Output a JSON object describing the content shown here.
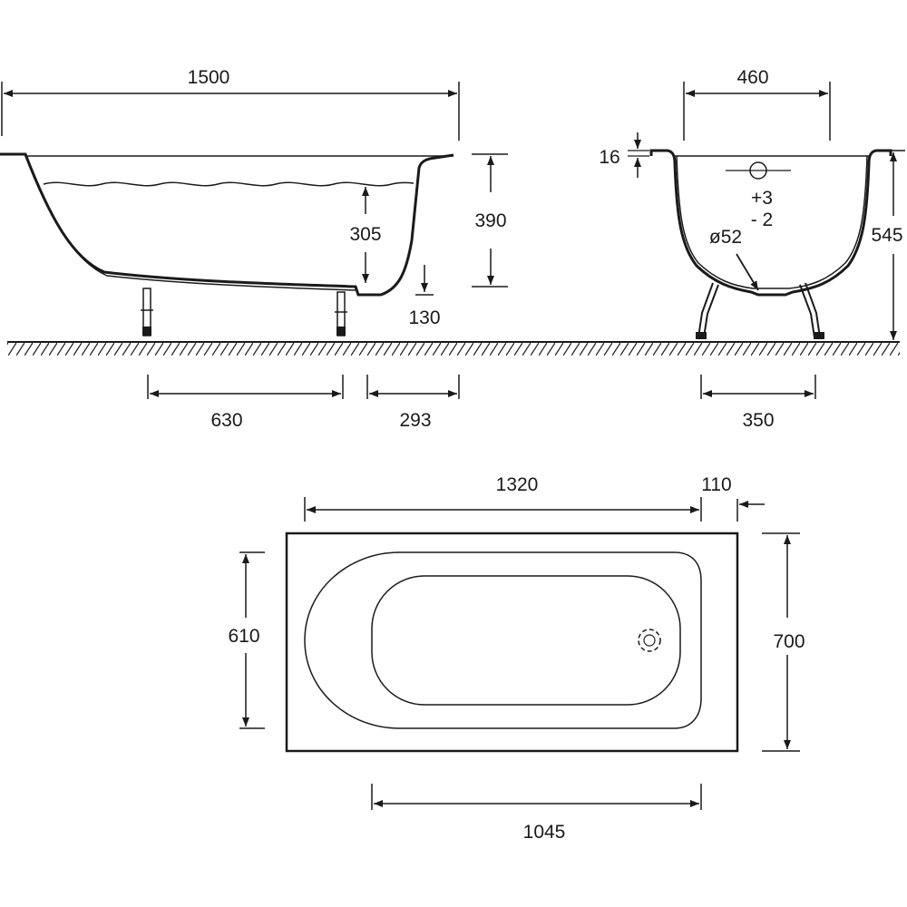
{
  "side_view": {
    "length": "1500",
    "height": "390",
    "water_depth": "305",
    "drain_offset": "130",
    "leg_spacing": "630",
    "leg_to_end": "293"
  },
  "end_view": {
    "top_width": "460",
    "rim_thickness": "16",
    "tolerance_plus": "+3",
    "tolerance_minus": "- 2",
    "drain_diameter": "ø52",
    "overall_height": "545",
    "leg_spacing": "350"
  },
  "plan_view": {
    "inner_length": "1320",
    "drain_end_offset": "110",
    "inner_width": "610",
    "outer_width": "700",
    "bottom_length": "1045"
  }
}
